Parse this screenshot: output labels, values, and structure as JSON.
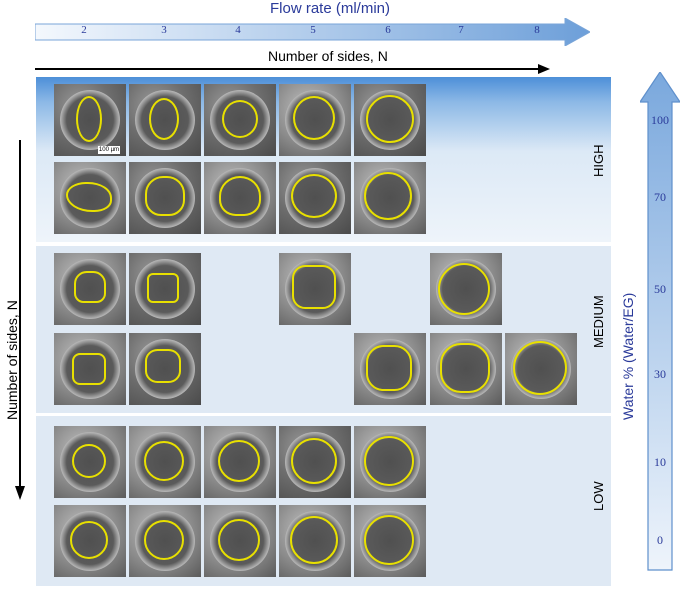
{
  "flow_rate": {
    "title": "Flow rate (ml/min)",
    "ticks": [
      "2",
      "3",
      "4",
      "5",
      "6",
      "7",
      "8"
    ]
  },
  "sides_axis": {
    "horizontal_label": "Number of sides, N",
    "vertical_label": "Number of sides, N"
  },
  "levels": {
    "high": "HIGH",
    "medium": "MEDIUM",
    "low": "LOW"
  },
  "scale_bar": "100 µm",
  "water": {
    "label": "Water %  (Water/EG)",
    "ticks": [
      "100",
      "70",
      "50",
      "30",
      "10",
      "0"
    ]
  },
  "colors": {
    "arrow_fill": "#8fb6e4",
    "arrow_dark": "#4f86c6",
    "text_blue": "#2a3a9a",
    "outline": "#e8e000"
  }
}
